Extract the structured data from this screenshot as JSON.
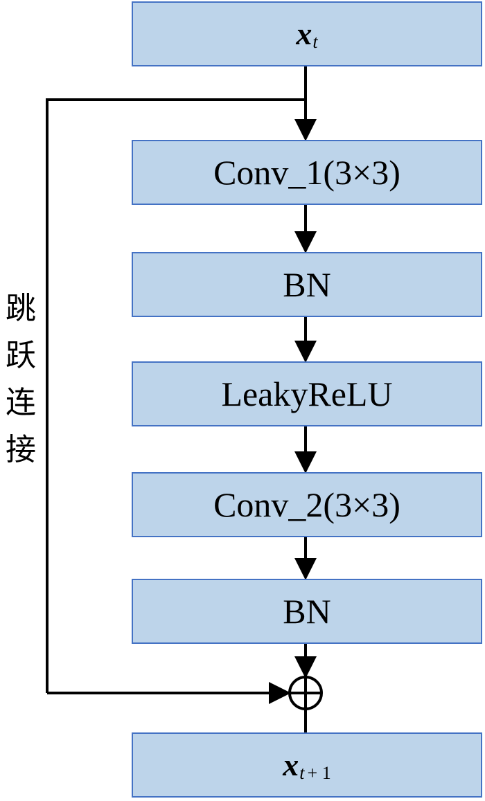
{
  "blocks": {
    "input": {
      "var": "x",
      "sub": "t"
    },
    "conv1": "Conv_1(3×3)",
    "bn1": "BN",
    "leaky": "LeakyReLU",
    "conv2": "Conv_2(3×3)",
    "bn2": "BN",
    "output": {
      "var": "x",
      "sub": "t",
      "sub_suffix": "+ 1"
    }
  },
  "skip_connection": {
    "label_chars": [
      "跳",
      "跃",
      "连",
      "接"
    ]
  },
  "icons": {
    "sum": "circled-plus-icon",
    "arrow": "down-arrow-icon"
  },
  "colors": {
    "box_fill": "#bdd4ea",
    "box_border": "#4472c4",
    "line": "#000000"
  }
}
